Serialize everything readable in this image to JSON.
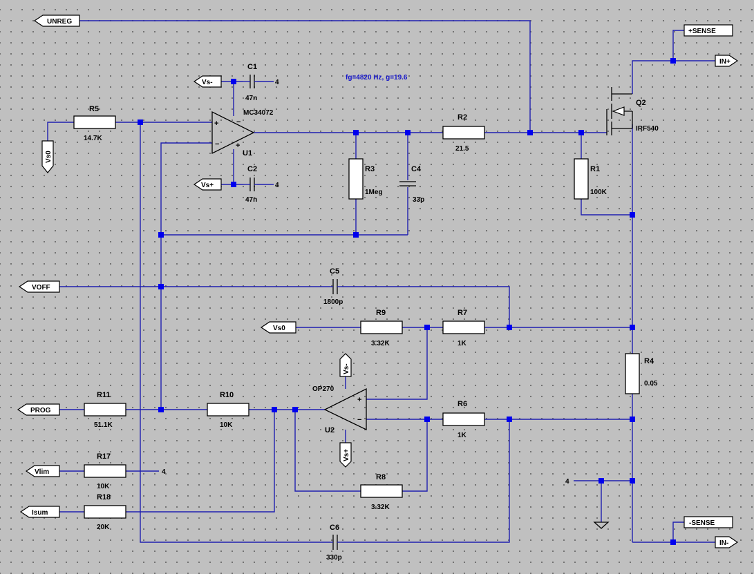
{
  "note": "fg=4820 Hz, g=19.6",
  "colors": {
    "background": "#c0c0c0",
    "wire": "#1f1fb0",
    "junction": "#0000ee",
    "component": "#000000",
    "note": "#1515c8"
  },
  "flags": {
    "unreg": "UNREG",
    "sense_pos": "+SENSE",
    "in_pos": "IN+",
    "vs_minus_c1": "Vs-",
    "vs_plus_c2": "Vs+",
    "vs0_left": "Vs0",
    "voff": "VOFF",
    "vs0_r9": "Vs0",
    "vs_minus_u2": "Vs-",
    "vs_plus_u2": "Vs+",
    "prog": "PROG",
    "vlim": "Vlim",
    "isum": "Isum",
    "sense_neg": "-SENSE",
    "in_neg": "IN-"
  },
  "nets": {
    "n4_c1": "4",
    "n4_c2": "4",
    "n4_r17": "4",
    "n4_gnd": "4"
  },
  "components": {
    "R5": {
      "name": "R5",
      "value": "14.7K"
    },
    "C1": {
      "name": "C1",
      "value": "47n"
    },
    "C2": {
      "name": "C2",
      "value": "47n"
    },
    "U1": {
      "name": "U1",
      "value": "MC34072"
    },
    "R3": {
      "name": "R3",
      "value": "1Meg"
    },
    "C4": {
      "name": "C4",
      "value": "33p"
    },
    "R2": {
      "name": "R2",
      "value": "21.5"
    },
    "R1": {
      "name": "R1",
      "value": "100K"
    },
    "Q2": {
      "name": "Q2",
      "value": "IRF540"
    },
    "C5": {
      "name": "C5",
      "value": "1800p"
    },
    "R9": {
      "name": "R9",
      "value": "3.32K"
    },
    "R7": {
      "name": "R7",
      "value": "1K"
    },
    "R4": {
      "name": "R4",
      "value": "0.05"
    },
    "U2": {
      "name": "U2",
      "value": "OP270"
    },
    "R11": {
      "name": "R11",
      "value": "51.1K"
    },
    "R10": {
      "name": "R10",
      "value": "10K"
    },
    "R6": {
      "name": "R6",
      "value": "1K"
    },
    "R17": {
      "name": "R17",
      "value": "10K"
    },
    "R18": {
      "name": "R18",
      "value": "20K"
    },
    "R8": {
      "name": "R8",
      "value": "3.32K"
    },
    "C6": {
      "name": "C6",
      "value": "330p"
    }
  }
}
